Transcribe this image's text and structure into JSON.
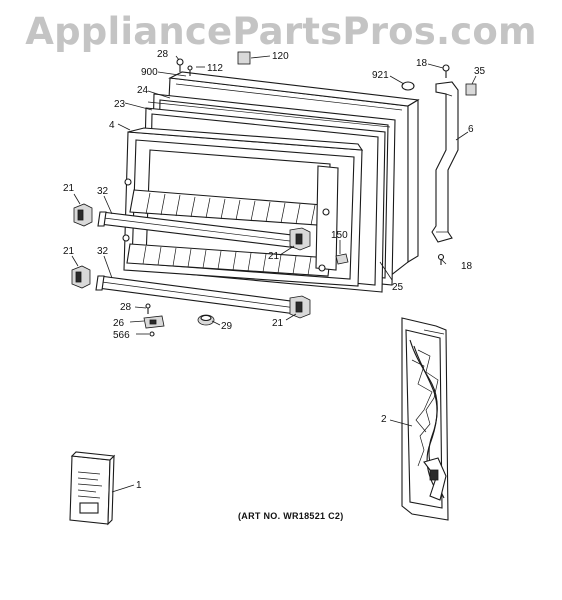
{
  "watermark": "AppliancePartsPros.com",
  "art_number": "(ART NO. WR18521 C2)",
  "callouts": {
    "c28a": "28",
    "c900": "900",
    "c112": "112",
    "c120": "120",
    "c24": "24",
    "c23": "23",
    "c4": "4",
    "c921": "921",
    "c18a": "18",
    "c35": "35",
    "c6": "6",
    "c21a": "21",
    "c32a": "32",
    "c21b": "21",
    "c32b": "32",
    "c150": "150",
    "c21c": "21",
    "c25": "25",
    "c18b": "18",
    "c28b": "28",
    "c26": "26",
    "c566": "566",
    "c29": "29",
    "c21d": "21",
    "c2": "2",
    "c1": "1"
  }
}
